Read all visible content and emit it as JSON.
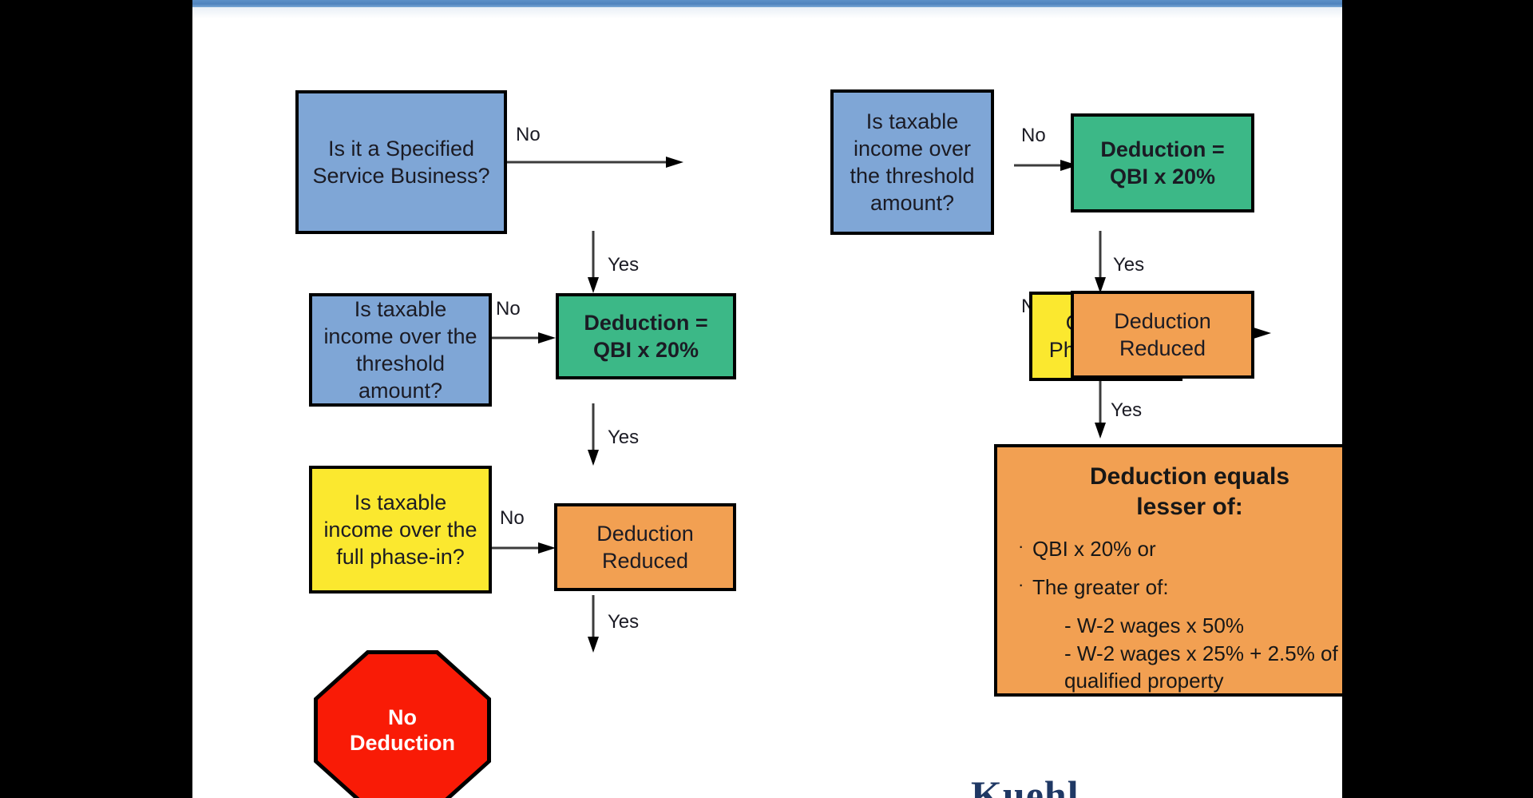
{
  "slide": {
    "background_color": "#ffffff",
    "letterbox_color": "#000000",
    "topbar_color": "#4f83bd",
    "footer_mark": "Kuehl"
  },
  "palette": {
    "blue": "#7fa6d6",
    "green": "#3cb887",
    "yellow": "#fbe82f",
    "orange": "#f2a052",
    "red": "#f91b06",
    "outline": "#000000",
    "connector": "#3c3c3c"
  },
  "nodes": {
    "specified_service": {
      "label": "Is it a Specified\nService Business?",
      "shape": "rect",
      "color": "blue"
    },
    "left_threshold": {
      "label": "Is taxable\nincome over the\nthreshold\namount?",
      "shape": "rect",
      "color": "blue"
    },
    "left_phase_in": {
      "label": "Is taxable\nincome over the\nfull phase-in?",
      "shape": "rect",
      "color": "yellow"
    },
    "left_deduction_qbi": {
      "label": "Deduction =\nQBI x 20%",
      "shape": "rect",
      "color": "green"
    },
    "left_deduction_reduced": {
      "label": "Deduction\nReduced",
      "shape": "rect",
      "color": "orange"
    },
    "no_deduction": {
      "label": "No\nDeduction",
      "shape": "octagon",
      "color": "red"
    },
    "right_threshold": {
      "label": "Is taxable\nincome over\nthe threshold\namount?",
      "shape": "rect",
      "color": "blue"
    },
    "right_deduction_qbi": {
      "label": "Deduction =\nQBI x 20%",
      "shape": "rect",
      "color": "green"
    },
    "right_phase_in": {
      "label": "Over full\nPhase – in?",
      "shape": "rect",
      "color": "yellow"
    },
    "right_deduction_reduced": {
      "label": "Deduction\nReduced",
      "shape": "rect",
      "color": "orange"
    }
  },
  "edges": [
    {
      "id": "ssb-to-right-threshold",
      "label": "No",
      "from": "specified_service",
      "to": "right_threshold",
      "direction": "right"
    },
    {
      "id": "ssb-to-left-threshold",
      "label": "Yes",
      "from": "specified_service",
      "to": "left_threshold",
      "direction": "down"
    },
    {
      "id": "left-threshold-to-qbi",
      "label": "No",
      "from": "left_threshold",
      "to": "left_deduction_qbi",
      "direction": "right"
    },
    {
      "id": "left-threshold-to-phase",
      "label": "Yes",
      "from": "left_threshold",
      "to": "left_phase_in",
      "direction": "down"
    },
    {
      "id": "left-phase-to-reduced",
      "label": "No",
      "from": "left_phase_in",
      "to": "left_deduction_reduced",
      "direction": "right"
    },
    {
      "id": "left-phase-to-nodeduction",
      "label": "Yes",
      "from": "left_phase_in",
      "to": "no_deduction",
      "direction": "down"
    },
    {
      "id": "right-threshold-to-qbi",
      "label": "No",
      "from": "right_threshold",
      "to": "right_deduction_qbi",
      "direction": "right"
    },
    {
      "id": "right-threshold-to-phase",
      "label": "Yes",
      "from": "right_threshold",
      "to": "right_phase_in",
      "direction": "down"
    },
    {
      "id": "right-phase-to-reduced",
      "label": "No",
      "from": "right_phase_in",
      "to": "right_deduction_reduced",
      "direction": "right"
    },
    {
      "id": "right-phase-to-detail",
      "label": "Yes",
      "from": "right_phase_in",
      "to": "detail_panel",
      "direction": "down"
    }
  ],
  "detail_panel": {
    "title": "Deduction equals\nlesser of:",
    "bullets": [
      {
        "text": "QBI x 20% or"
      },
      {
        "text": "The greater of:"
      }
    ],
    "sub_items": [
      "- W-2 wages x 50%",
      "- W-2 wages x 25% + 2.5% of\n   qualified property"
    ],
    "bullet_glyph": "·"
  }
}
